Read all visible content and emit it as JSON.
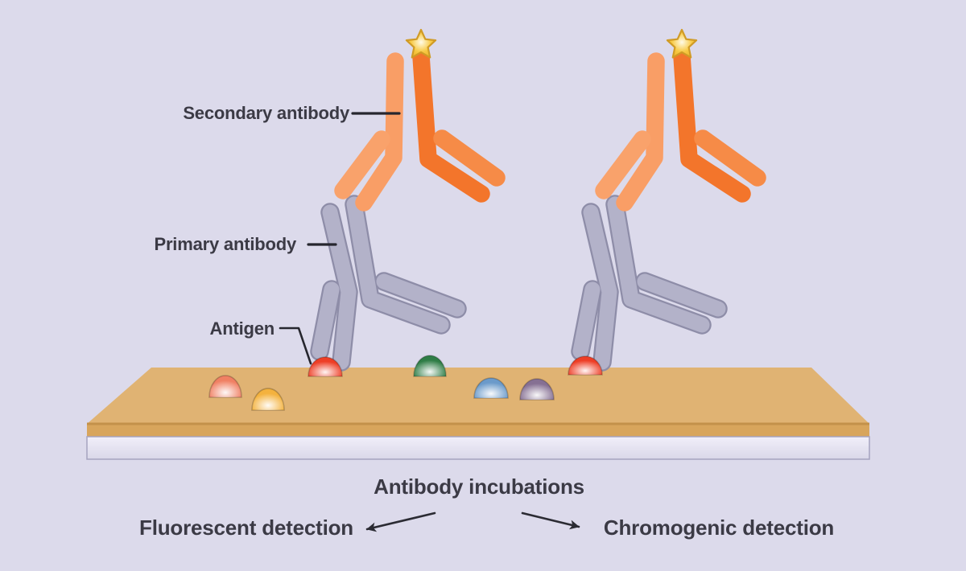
{
  "scene": {
    "background": "#dcdaeb",
    "text_color": "#3b3a45"
  },
  "labels": {
    "secondary_antibody": "Secondary antibody",
    "primary_antibody": "Primary antibody",
    "antigen": "Antigen"
  },
  "flow": {
    "center": "Antibody incubations",
    "left": "Fluorescent detection",
    "right": "Chromogenic detection"
  },
  "colors": {
    "membrane_top": "#e0b373",
    "membrane_front": "#d8a55c",
    "membrane_front_line": "#c3914a",
    "backing_top": "#f1effa",
    "backing_bottom": "#d9d7e8",
    "backing_border": "#a5a3c0",
    "secondary_heavy_left": "#f99e66",
    "secondary_heavy_right": "#f3752b",
    "secondary_light_left": "#f9a26b",
    "secondary_light_right": "#f68b47",
    "primary_fill": "#b3b2c9",
    "primary_outline": "#8e8da8",
    "star_core": "#fffbe8",
    "star_mid": "#f8ca45",
    "star_edge": "#edb027",
    "star_border": "#d09b26",
    "leader_line": "#26262e",
    "arrow": "#2b2b33"
  },
  "antigens": [
    {
      "name": "salmon",
      "fill": "#f08063"
    },
    {
      "name": "yellow",
      "fill": "#f4b23e"
    },
    {
      "name": "red-bound-left",
      "fill": "#ee3e26"
    },
    {
      "name": "green",
      "fill": "#2f7d46"
    },
    {
      "name": "blue",
      "fill": "#6b9aca"
    },
    {
      "name": "purple",
      "fill": "#867093"
    },
    {
      "name": "red-bound-right",
      "fill": "#ee3e26"
    }
  ]
}
